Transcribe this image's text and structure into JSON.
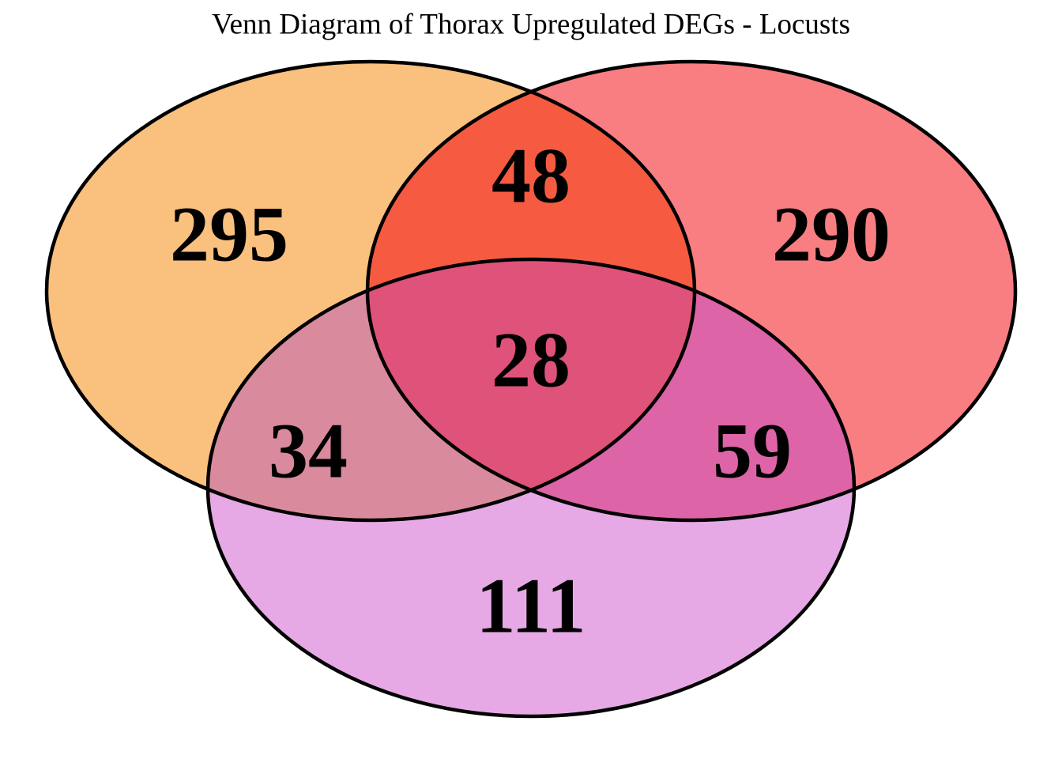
{
  "chart_data": {
    "type": "venn",
    "title": "Venn Diagram of Thorax Upregulated DEGs - Locusts",
    "set_count": 3,
    "outline_color": "#000000",
    "background_color": "#ffffff",
    "label_color": "#000000",
    "regions": {
      "left_only": {
        "sets": [
          "left"
        ],
        "value": 295,
        "color": "#FAC07E"
      },
      "right_only": {
        "sets": [
          "right"
        ],
        "value": 290,
        "color": "#F97E81"
      },
      "bottom_only": {
        "sets": [
          "bottom"
        ],
        "value": 111,
        "color": "#E6A9E5"
      },
      "left_right": {
        "sets": [
          "left",
          "right"
        ],
        "value": 48,
        "color": "#F65B41"
      },
      "left_bottom": {
        "sets": [
          "left",
          "bottom"
        ],
        "value": 34,
        "color": "#D98B9D"
      },
      "right_bottom": {
        "sets": [
          "right",
          "bottom"
        ],
        "value": 59,
        "color": "#DD64A7"
      },
      "left_right_bottom": {
        "sets": [
          "left",
          "right",
          "bottom"
        ],
        "value": 28,
        "color": "#DF5279"
      }
    }
  }
}
